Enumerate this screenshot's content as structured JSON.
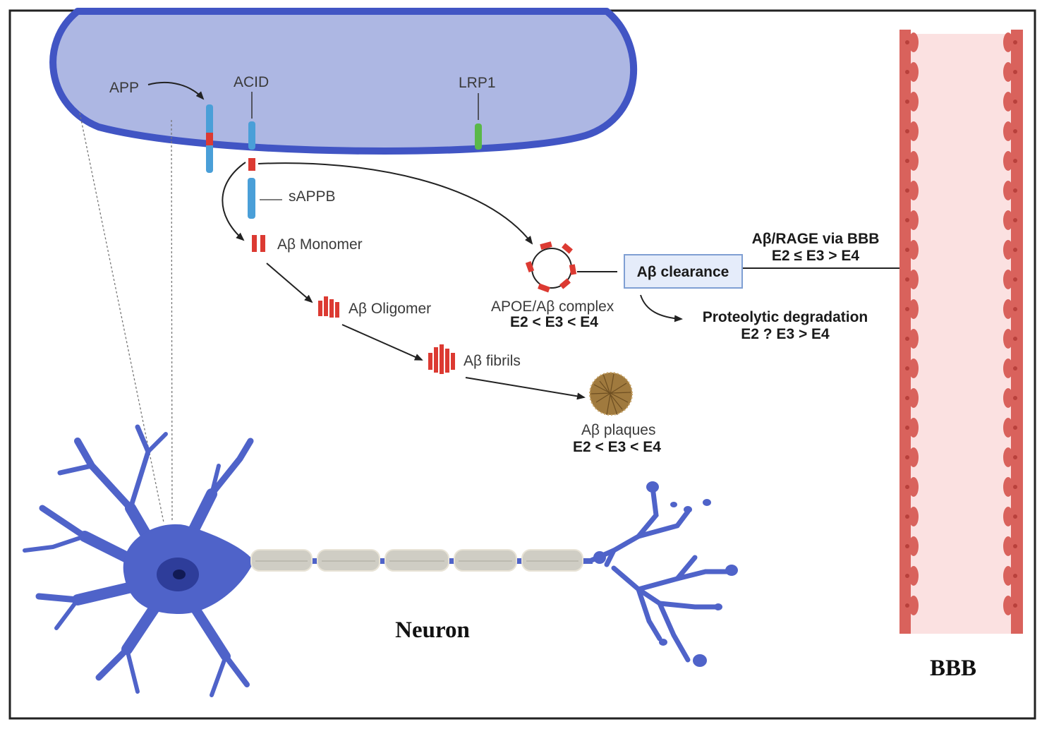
{
  "labels": {
    "app": "APP",
    "acid": "ACID",
    "lrp1": "LRP1",
    "sappb": "sAPPB",
    "monomer": "Aβ Monomer",
    "oligomer": "Aβ Oligomer",
    "fibrils": "Aβ fibrils",
    "plaques": "Aβ plaques",
    "plaques_order": "E2 < E3 < E4",
    "complex": "APOE/Aβ complex",
    "complex_order": "E2 < E3 < E4",
    "clearance": "Aβ clearance",
    "rage": "Aβ/RAGE via BBB",
    "rage_order": "E2 ≤ E3 > E4",
    "proteolytic": "Proteolytic degradation",
    "proteolytic_order": "E2 ? E3 > E4",
    "neuron": "Neuron",
    "bbb": "BBB"
  },
  "colors": {
    "cell_fill": "#adb7e3",
    "cell_border": "#4155c4",
    "neuron": "#4f63c9",
    "nucleus": "#2e3d9a",
    "abeta_red": "#dc3a32",
    "app_blue": "#4a9fd8",
    "lrp1_green": "#5ab848",
    "vessel_fill": "#fbe1e1",
    "vessel_wall": "#d9625c",
    "myelin": "#cfcdc4",
    "plaque": "#a07a3e",
    "clearance_box": "#e5ecfa"
  }
}
